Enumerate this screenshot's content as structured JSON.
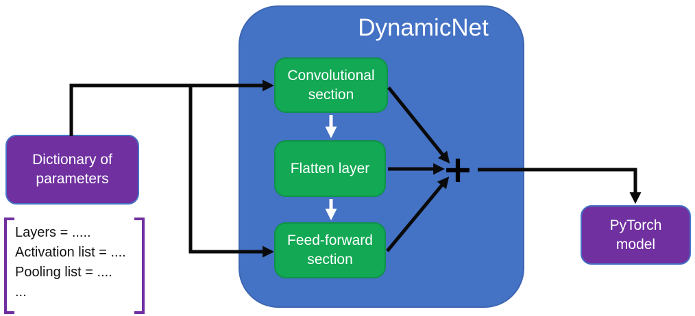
{
  "diagram": {
    "title": "DynamicNet",
    "plus_label": "+",
    "nodes": {
      "dictionary": {
        "label": "Dictionary of\nparameters",
        "fill": "#7030A0"
      },
      "convolutional": {
        "label": "Convolutional\nsection",
        "fill": "#12A854"
      },
      "flatten": {
        "label": "Flatten layer",
        "fill": "#12A854"
      },
      "feed_forward": {
        "label": "Feed-forward\nsection",
        "fill": "#12A854"
      },
      "pytorch": {
        "label": "PyTorch\nmodel",
        "fill": "#7030A0"
      }
    },
    "parameters_list": {
      "items": [
        "Layers = .....",
        "Activation list = ....",
        "Pooling list = ....",
        "..."
      ]
    },
    "edges": [
      {
        "from": "dictionary",
        "to": "convolutional",
        "style": "elbow-black"
      },
      {
        "from": "dictionary",
        "to": "feed_forward",
        "style": "elbow-black"
      },
      {
        "from": "convolutional",
        "to": "flatten",
        "style": "straight-white"
      },
      {
        "from": "flatten",
        "to": "feed_forward",
        "style": "straight-white"
      },
      {
        "from": "convolutional",
        "to": "plus",
        "style": "straight-black"
      },
      {
        "from": "flatten",
        "to": "plus",
        "style": "straight-black"
      },
      {
        "from": "feed_forward",
        "to": "plus",
        "style": "straight-black"
      },
      {
        "from": "plus",
        "to": "pytorch",
        "style": "elbow-black"
      }
    ],
    "colors": {
      "container_blue": "#4472C4",
      "node_green": "#12A854",
      "node_purple": "#7030A0",
      "arrow_black": "#0a0a0a",
      "arrow_white": "#ffffff",
      "bracket_purple": "#7030A0",
      "text_white": "#ffffff",
      "text_black": "#111111"
    }
  }
}
